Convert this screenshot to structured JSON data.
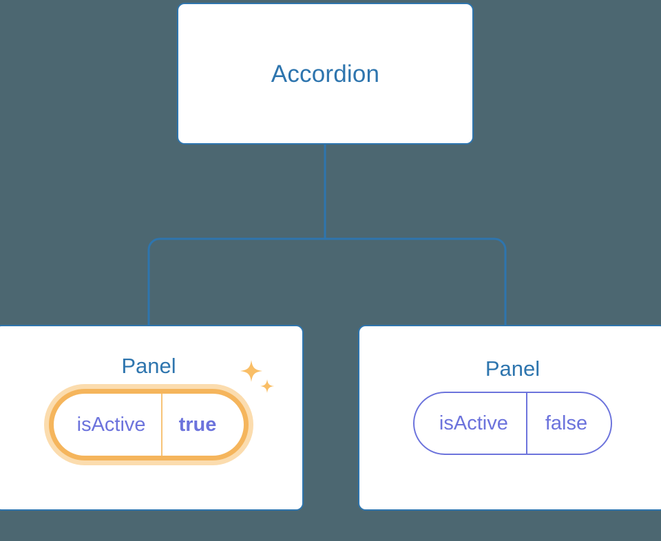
{
  "theme": {
    "background": "#4C6771",
    "node_border": "#2E75AE",
    "node_title": "#2E75AE",
    "node_fill": "#FFFFFF",
    "connector": "#2E75AE",
    "prop_text": "#6C73DC",
    "prop_border": "#6C73DC",
    "highlight_ring": "#F5B55C",
    "highlight_glow": "#FBDCAE",
    "sparkle": "#F9BE66"
  },
  "tree": {
    "root": {
      "title": "Accordion"
    },
    "children": [
      {
        "title": "Panel",
        "prop": {
          "key": "isActive",
          "value": "true"
        },
        "highlighted": true,
        "sparkle_icon": "sparkles-icon"
      },
      {
        "title": "Panel",
        "prop": {
          "key": "isActive",
          "value": "false"
        },
        "highlighted": false
      }
    ]
  }
}
